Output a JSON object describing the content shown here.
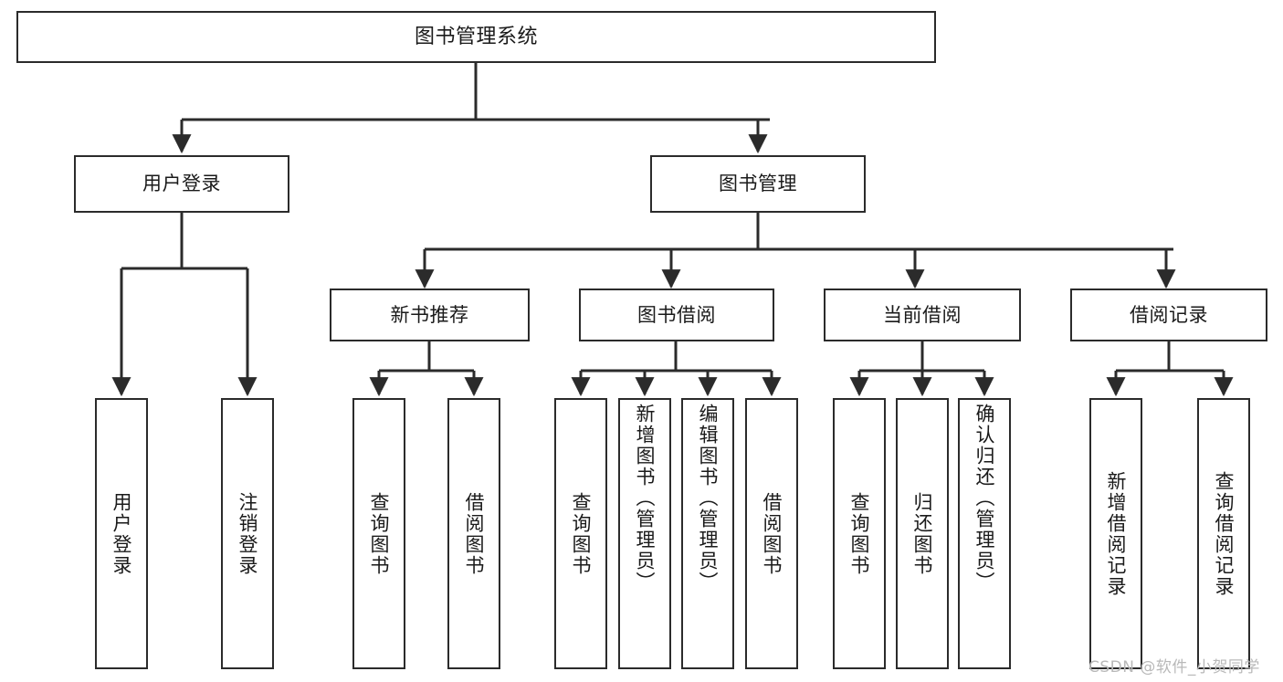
{
  "diagram": {
    "title": "图书管理系统",
    "type": "hierarchy-tree",
    "watermark": "CSDN @软件_小贺同学",
    "style": {
      "box_border": "#2b2b2b",
      "box_fill": "#ffffff",
      "connector": "#2b2b2b",
      "page_background": "#ffffff",
      "text": "#1a1a1a",
      "watermark_color": "#b9b9b9"
    },
    "levels": {
      "level1": [
        {
          "id": "root",
          "label": "图书管理系统"
        }
      ],
      "level2": [
        {
          "id": "login",
          "label": "用户登录"
        },
        {
          "id": "bookmgmt",
          "label": "图书管理"
        }
      ],
      "level3": [
        {
          "id": "newbooks",
          "label": "新书推荐",
          "parent": "bookmgmt"
        },
        {
          "id": "borrow",
          "label": "图书借阅",
          "parent": "bookmgmt"
        },
        {
          "id": "current",
          "label": "当前借阅",
          "parent": "bookmgmt"
        },
        {
          "id": "records",
          "label": "借阅记录",
          "parent": "bookmgmt"
        }
      ],
      "level4": [
        {
          "id": "leaf-user-login",
          "label": "用户登录",
          "parent": "login"
        },
        {
          "id": "leaf-user-logout",
          "label": "注销登录",
          "parent": "login"
        },
        {
          "id": "leaf-nb-query",
          "label": "查询图书",
          "parent": "newbooks"
        },
        {
          "id": "leaf-nb-borrow",
          "label": "借阅图书",
          "parent": "newbooks"
        },
        {
          "id": "leaf-br-query",
          "label": "查询图书",
          "parent": "borrow"
        },
        {
          "id": "leaf-br-add",
          "label": "新增图书（管理员）",
          "parent": "borrow"
        },
        {
          "id": "leaf-br-edit",
          "label": "编辑图书（管理员）",
          "parent": "borrow"
        },
        {
          "id": "leaf-br-borrow",
          "label": "借阅图书",
          "parent": "borrow"
        },
        {
          "id": "leaf-cu-query",
          "label": "查询图书",
          "parent": "current"
        },
        {
          "id": "leaf-cu-return",
          "label": "归还图书",
          "parent": "current"
        },
        {
          "id": "leaf-cu-confirm",
          "label": "确认归还（管理员）",
          "parent": "current"
        },
        {
          "id": "leaf-rc-add",
          "label": "新增借阅记录",
          "parent": "records"
        },
        {
          "id": "leaf-rc-query",
          "label": "查询借阅记录",
          "parent": "records"
        }
      ]
    }
  }
}
